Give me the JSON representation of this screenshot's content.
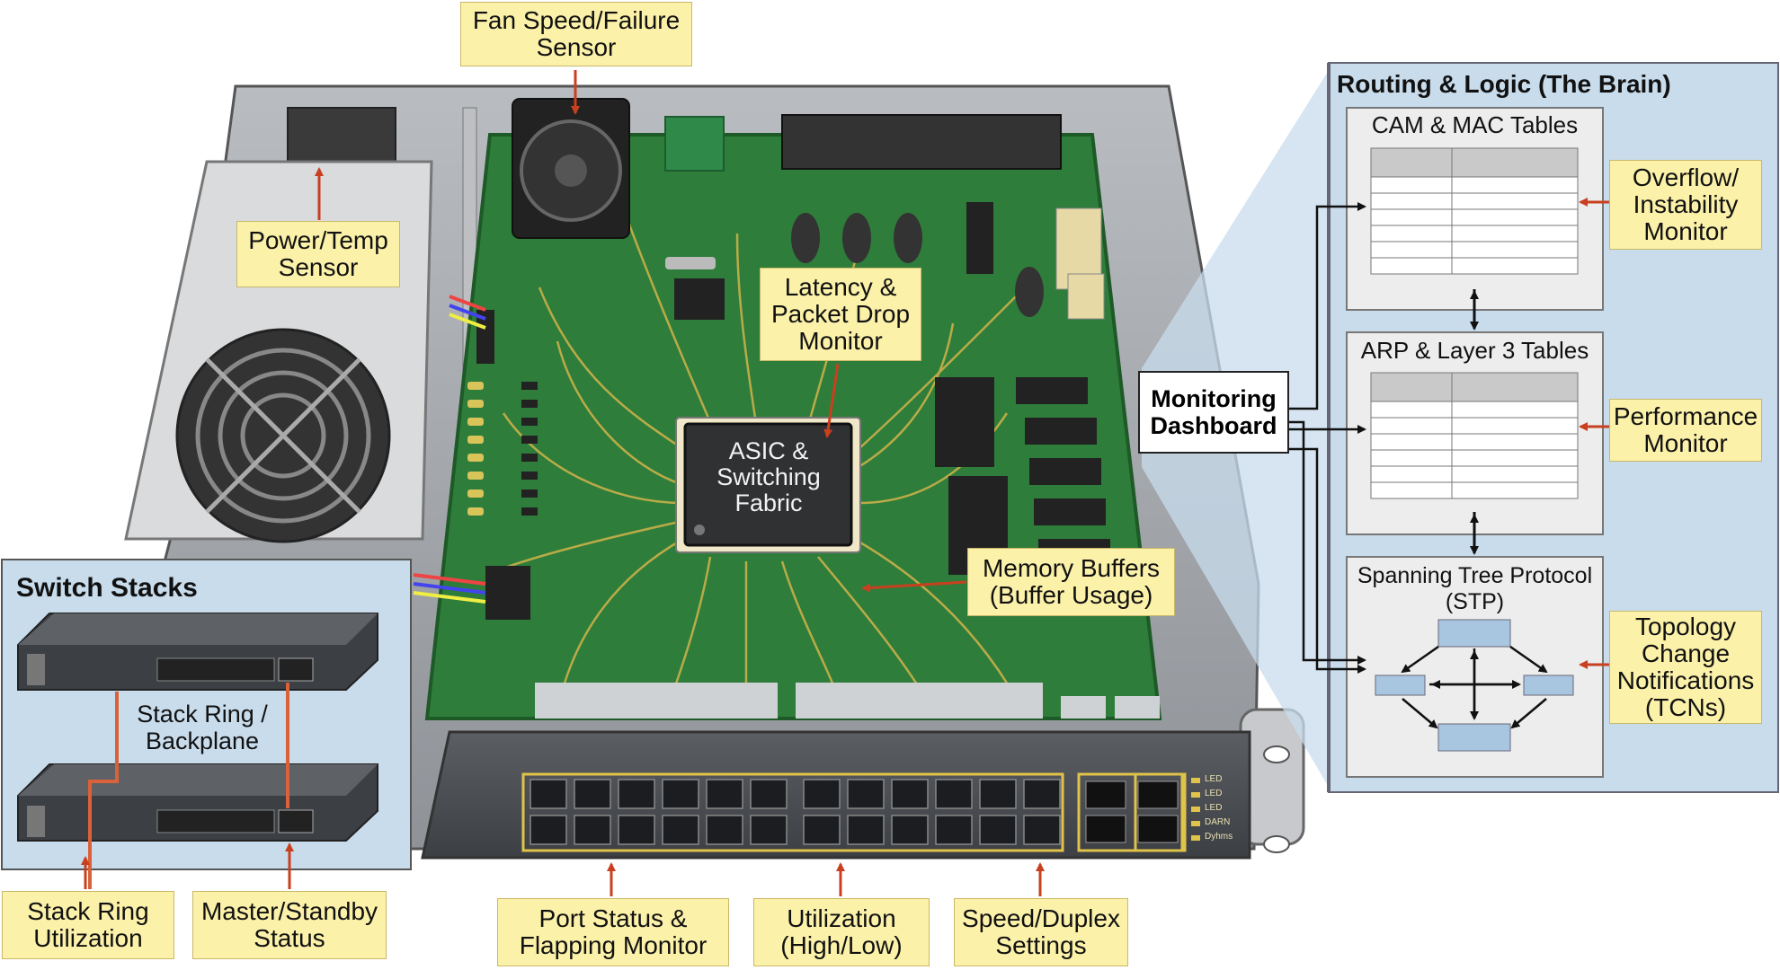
{
  "labels": {
    "fan_sensor": "Fan Speed/Failure\nSensor",
    "power_temp": "Power/Temp\nSensor",
    "latency_monitor": "Latency &\nPacket Drop\nMonitor",
    "asic": "ASIC &\nSwitching\nFabric",
    "memory_buffers": "Memory Buffers\n(Buffer Usage)",
    "port_status": "Port Status &\nFlapping Monitor",
    "utilization": "Utilization\n(High/Low)",
    "speed_duplex": "Speed/Duplex\nSettings"
  },
  "switch_stacks": {
    "title": "Switch Stacks",
    "stack_ring": "Stack Ring /\nBackplane",
    "stack_ring_util": "Stack Ring\nUtilization",
    "master_standby": "Master/Standby\nStatus"
  },
  "routing": {
    "title": "Routing & Logic (The Brain)",
    "dashboard": "Monitoring\nDashboard",
    "cam_tables": "CAM & MAC Tables",
    "arp_tables": "ARP & Layer 3 Tables",
    "stp": "Spanning Tree Protocol\n(STP)",
    "overflow": "Overflow/\nInstability\nMonitor",
    "performance": "Performance\nMonitor",
    "topology": "Topology\nChange\nNotifications\n(TCNs)"
  },
  "led_labels": [
    "LED",
    "LED",
    "LED",
    "DARN",
    "Dyhms"
  ],
  "colors": {
    "pcb": "#2e7d3a",
    "trace": "#c9b04a",
    "label_bg": "#fbf1a9",
    "panel_bg": "#c8dcec",
    "arrow": "#c8401f"
  }
}
